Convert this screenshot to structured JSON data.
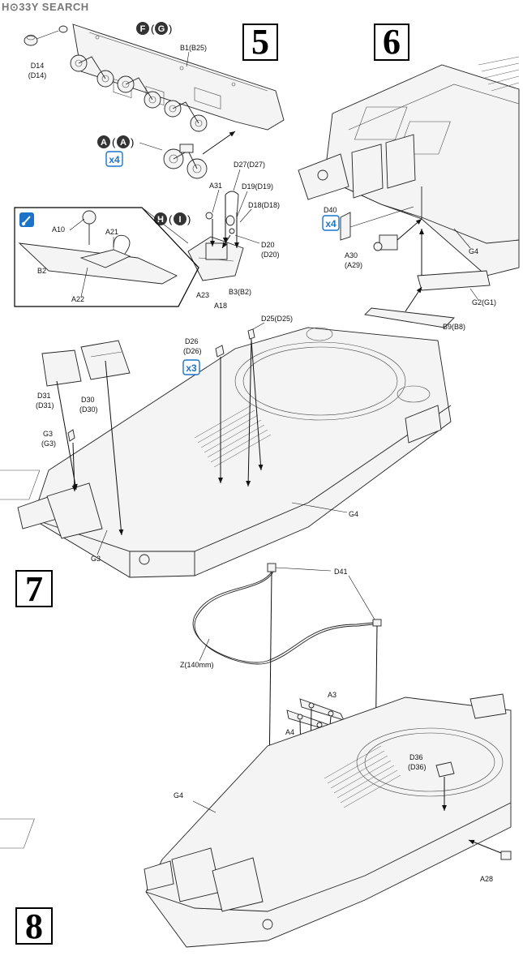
{
  "watermark": "H⊙33Y SEARCH",
  "steps": {
    "s5": "5",
    "s6": "6",
    "s7": "7",
    "s8": "8"
  },
  "options": {
    "s5_f": "F",
    "s5_g": "G",
    "s5_a1": "A",
    "s5_a2": "A",
    "s5_h": "H",
    "s5_i": "I"
  },
  "qty": {
    "x4_a": "x4",
    "x4_d40": "x4",
    "x3_d26": "x3"
  },
  "labels": {
    "d14": "D14",
    "d14b": "(D14)",
    "b1": "B1(B25)",
    "d27": "D27(D27)",
    "a31": "A31",
    "d19": "D19(D19)",
    "d18": "D18(D18)",
    "d20": "D20",
    "d20b": "(D20)",
    "a23": "A23",
    "a18": "A18",
    "b3": "B3(B2)",
    "a10": "A10",
    "a21": "A21",
    "b2": "B2",
    "a22": "A22",
    "d40": "D40",
    "a30": "A30",
    "a30b": "(A29)",
    "g4_s6": "G4",
    "g2": "G2(G1)",
    "b9": "B9(B8)",
    "d25": "D25(D25)",
    "d26": "D26",
    "d26b": "(D26)",
    "d31": "D31",
    "d31b": "(D31)",
    "d30": "D30",
    "d30b": "(D30)",
    "g3a": "G3",
    "g3ab": "(G3)",
    "g3": "G3",
    "g4_s7": "G4",
    "d41": "D41",
    "z": "Z(140mm)",
    "a3": "A3",
    "a4": "A4",
    "d36": "D36",
    "d36b": "(D36)",
    "g4_s8": "G4",
    "a28": "A28"
  }
}
